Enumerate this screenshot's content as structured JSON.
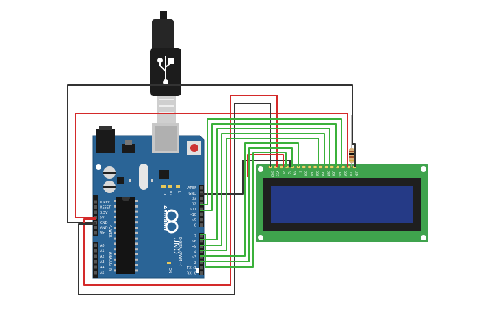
{
  "board": {
    "brand": "ARDUINO",
    "model": "UNO",
    "power_header_title": "POWER",
    "analog_header_title": "ANALOG IN",
    "digital_header_title": "DIGITAL (PWM ~)",
    "led_tx": "TX",
    "led_rx": "RX",
    "led_l": "L",
    "led_on": "ON",
    "power_pins": [
      "IOREF",
      "RESET",
      "3.3V",
      "5V",
      "GND",
      "GND",
      "Vin"
    ],
    "analog_pins": [
      "A0",
      "A1",
      "A2",
      "A3",
      "A4",
      "A5"
    ],
    "digital_top_pins": [
      "AREF",
      "GND",
      "13",
      "12",
      "~11",
      "~10",
      "~9",
      "8"
    ],
    "digital_bottom_pins": [
      "7",
      "~6",
      "~5",
      "4",
      "~3",
      "2",
      "TX→1",
      "RX←0"
    ]
  },
  "lcd": {
    "pin_labels": [
      "GND",
      "VCC",
      "V0",
      "RS",
      "RW",
      "E",
      "DB0",
      "DB1",
      "DB2",
      "DB3",
      "DB4",
      "DB5",
      "DB6",
      "DB7",
      "LED",
      "LED"
    ]
  },
  "colors": {
    "board": "#2a6496",
    "lcd_pcb": "#3fa34d",
    "lcd_screen": "#253a86",
    "wire_red": "#d42a2a",
    "wire_black": "#333333",
    "wire_green": "#3bb13b"
  }
}
